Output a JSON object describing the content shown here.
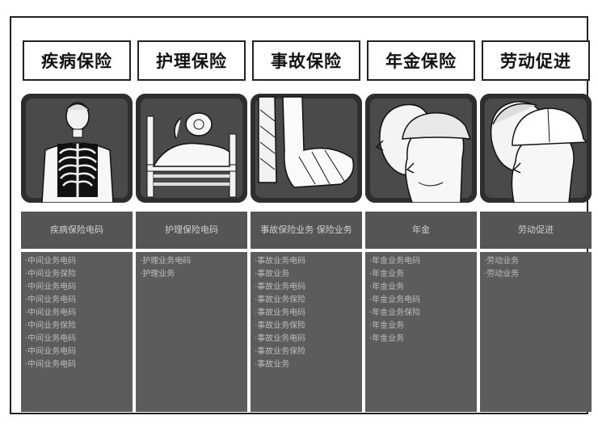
{
  "columns": [
    {
      "title": "疾病保险",
      "image_icon": "skeleton-xray-icon",
      "header": "疾病保险电码",
      "lines": [
        "·中间业务电码",
        "·中间业务保险",
        "·中间业务电码",
        "·中间业务电码",
        "·中间业务电码",
        "·中间业务保险",
        "·中间业务电码",
        "·中间业务电码",
        "·中间业务电码"
      ]
    },
    {
      "title": "护理保险",
      "image_icon": "patient-in-bed-icon",
      "header": "护理保险电码",
      "lines": [
        "·护理业务电码",
        "·护理业务"
      ]
    },
    {
      "title": "事故保险",
      "image_icon": "leg-cast-icon",
      "header": "事故保险业务 保险业务",
      "lines": [
        "·事故业务电码",
        "·事故业务",
        "·事故业务电码",
        "·事故业务保险",
        "·事故业务电码",
        "·事故业务保险",
        "·事故业务电码",
        "·事故业务保险",
        "·事故业务"
      ]
    },
    {
      "title": "年金保险",
      "image_icon": "elderly-men-icon",
      "header": "年金",
      "lines": [
        "·年金业务电码",
        "·年金业务",
        "·年金业务",
        "·年金业务电码",
        "·年金业务保险",
        "·年金业务",
        "·年金业务"
      ]
    },
    {
      "title": "劳动促进",
      "image_icon": "workers-hardhat-icon",
      "header": "劳动促进",
      "lines": [
        "·劳动业务",
        "·劳动业务"
      ]
    }
  ]
}
